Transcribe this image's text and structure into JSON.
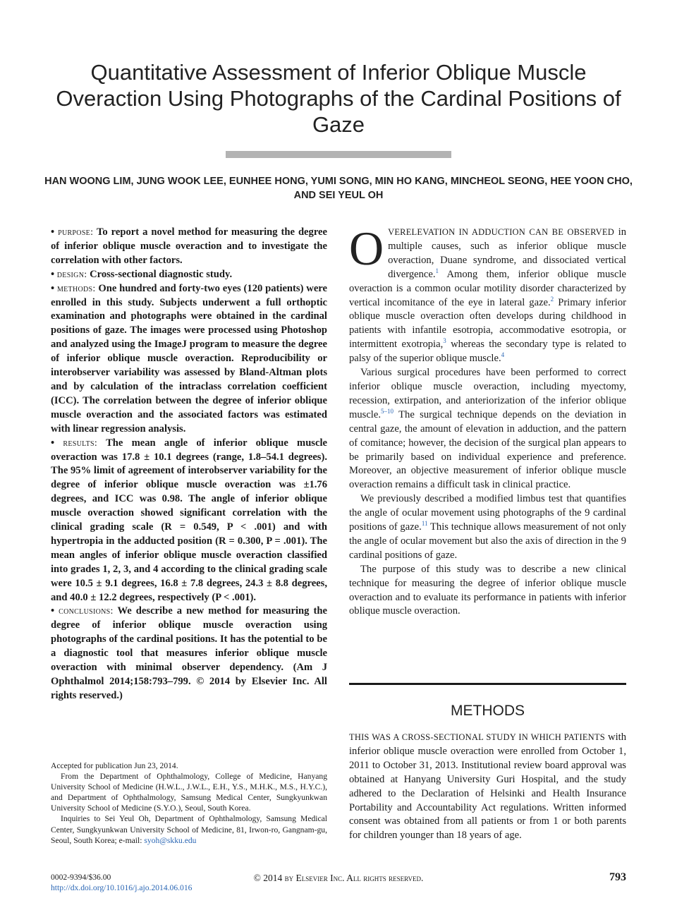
{
  "title": "Quantitative Assessment of Inferior Oblique Muscle Overaction Using Photographs of the Cardinal Positions of Gaze",
  "authors": "HAN WOONG LIM, JUNG WOOK LEE, EUNHEE HONG, YUMI SONG, MIN HO KANG, MINCHEOL SEONG, HEE YOON CHO, AND SEI YEUL OH",
  "abstract": {
    "purpose_label": "purpose:",
    "purpose_text": "To report a novel method for measuring the degree of inferior oblique muscle overaction and to investigate the correlation with other factors.",
    "design_label": "design:",
    "design_text": "Cross-sectional diagnostic study.",
    "methods_label": "methods:",
    "methods_text": "One hundred and forty-two eyes (120 patients) were enrolled in this study. Subjects underwent a full orthoptic examination and photographs were obtained in the cardinal positions of gaze. The images were processed using Photoshop and analyzed using the ImageJ program to measure the degree of inferior oblique muscle overaction. Reproducibility or interobserver variability was assessed by Bland-Altman plots and by calculation of the intraclass correlation coefficient (ICC). The correlation between the degree of inferior oblique muscle overaction and the associated factors was estimated with linear regression analysis.",
    "results_label": "results:",
    "results_text": "The mean angle of inferior oblique muscle overaction was 17.8 ± 10.1 degrees (range, 1.8–54.1 degrees). The 95% limit of agreement of interobserver variability for the degree of inferior oblique muscle overaction was ±1.76 degrees, and ICC was 0.98. The angle of inferior oblique muscle overaction showed significant correlation with the clinical grading scale (R = 0.549, P < .001) and with hypertropia in the adducted position (R = 0.300, P = .001). The mean angles of inferior oblique muscle overaction classified into grades 1, 2, 3, and 4 according to the clinical grading scale were 10.5 ± 9.1 degrees, 16.8 ± 7.8 degrees, 24.3 ± 8.8 degrees, and 40.0 ± 12.2 degrees, respectively (P < .001).",
    "conclusions_label": "conclusions:",
    "conclusions_text": "We describe a new method for measuring the degree of inferior oblique muscle overaction using photographs of the cardinal positions. It has the potential to be a diagnostic tool that measures inferior oblique muscle overaction with minimal observer dependency.",
    "citation": "(Am J Ophthalmol 2014;158:793–799. © 2014 by Elsevier Inc. All rights reserved.)"
  },
  "footnotes": {
    "accepted": "Accepted for publication Jun 23, 2014.",
    "affiliation": "From the Department of Ophthalmology, College of Medicine, Hanyang University School of Medicine (H.W.L., J.W.L., E.H., Y.S., M.H.K., M.S., H.Y.C.), and Department of Ophthalmology, Samsung Medical Center, Sungkyunkwan University School of Medicine (S.Y.O.), Seoul, South Korea.",
    "inquiries": "Inquiries to Sei Yeul Oh, Department of Ophthalmology, Samsung Medical Center, Sungkyunkwan University School of Medicine, 81, Irwon-ro, Gangnam-gu, Seoul, South Korea; e-mail: ",
    "email": "syoh@skku.edu"
  },
  "intro": {
    "dropcap": "O",
    "p1_lead": "VERELEVATION IN ADDUCTION CAN BE OBSERVED",
    "p1_a": " in multiple causes, such as inferior oblique muscle overaction, Duane syndrome, and dissociated vertical divergence.",
    "p1_ref1": "1",
    "p1_b": " Among them, inferior oblique muscle overaction is a common ocular motility disorder characterized by vertical incomitance of the eye in lateral gaze.",
    "p1_ref2": "2",
    "p1_c": " Primary inferior oblique muscle overaction often develops during childhood in patients with infantile esotropia, accommodative esotropia, or intermittent exotropia,",
    "p1_ref3": "3",
    "p1_d": " whereas the secondary type is related to palsy of the superior oblique muscle.",
    "p1_ref4": "4",
    "p2_a": "Various surgical procedures have been performed to correct inferior oblique muscle overaction, including myectomy, recession, extirpation, and anteriorization of the inferior oblique muscle.",
    "p2_ref": "5–10",
    "p2_b": " The surgical technique depends on the deviation in central gaze, the amount of elevation in adduction, and the pattern of comitance; however, the decision of the surgical plan appears to be primarily based on individual experience and preference. Moreover, an objective measurement of inferior oblique muscle overaction remains a difficult task in clinical practice.",
    "p3_a": "We previously described a modified limbus test that quantifies the angle of ocular movement using photographs of the 9 cardinal positions of gaze.",
    "p3_ref": "11",
    "p3_b": " This technique allows measurement of not only the angle of ocular movement but also the axis of direction in the 9 cardinal positions of gaze.",
    "p4": "The purpose of this study was to describe a new clinical technique for measuring the degree of inferior oblique muscle overaction and to evaluate its performance in patients with inferior oblique muscle overaction."
  },
  "methods": {
    "heading": "METHODS",
    "lead": "THIS WAS A CROSS-SECTIONAL STUDY IN WHICH PATIENTS",
    "text": " with inferior oblique muscle overaction were enrolled from October 1, 2011 to October 31, 2013. Institutional review board approval was obtained at Hanyang University Guri Hospital, and the study adhered to the Declaration of Helsinki and Health Insurance Portability and Accountability Act regulations. Written informed consent was obtained from all patients or from 1 or both parents for children younger than 18 years of age."
  },
  "footer": {
    "issn": "0002-9394/$36.00",
    "doi": "http://dx.doi.org/10.1016/j.ajo.2014.06.016",
    "copyright": "© 2014 by Elsevier Inc. All rights reserved.",
    "page": "793"
  }
}
